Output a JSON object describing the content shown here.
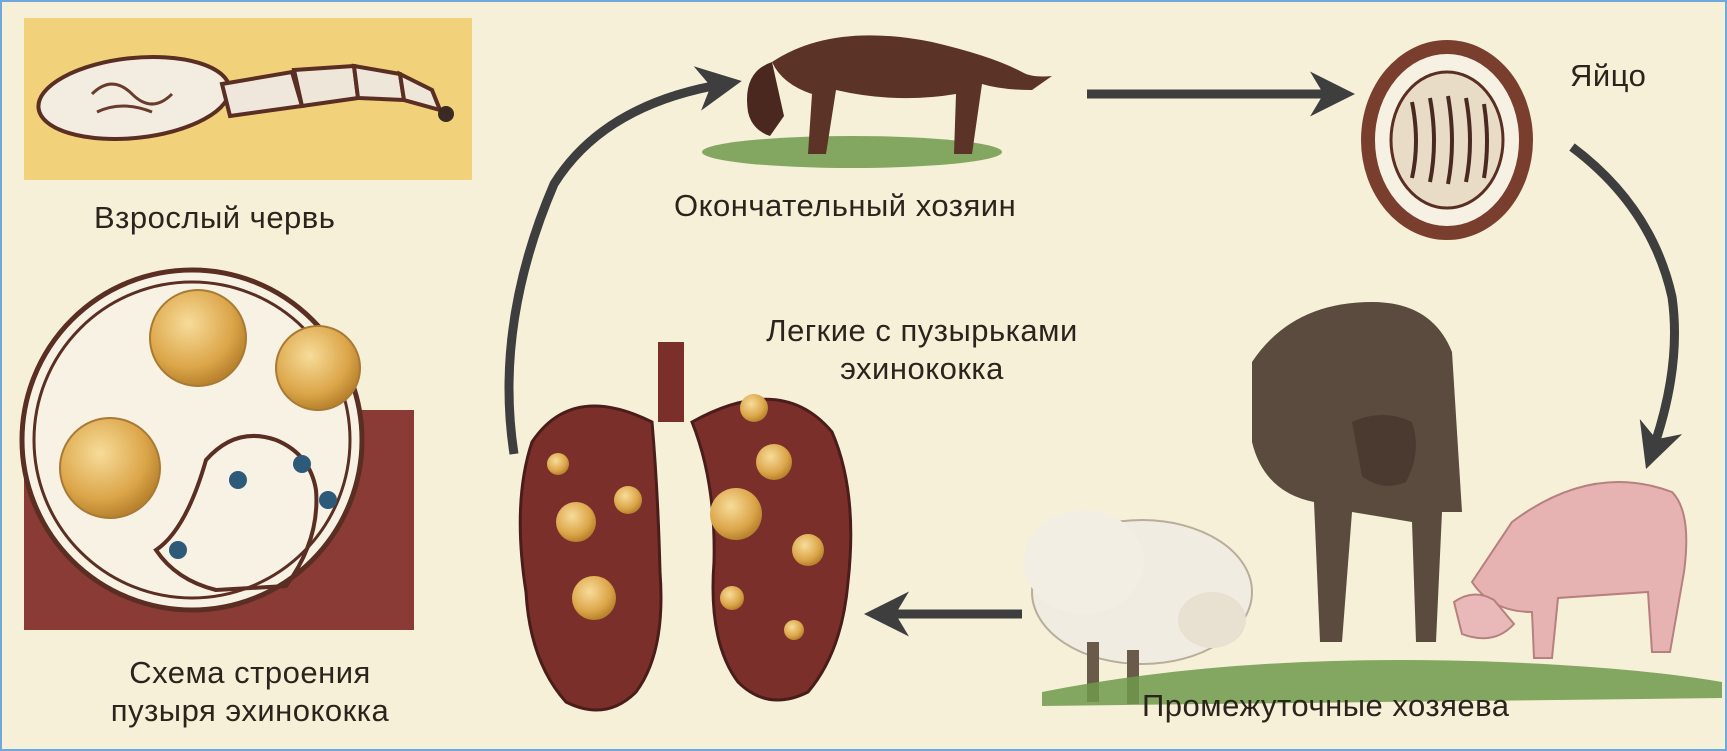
{
  "labels": {
    "adult_worm": "Взрослый червь",
    "definitive_host": "Окончательный хозяин",
    "egg": "Яйцо",
    "lungs_line1": "Легкие с пузырьками",
    "lungs_line2": "эхинококка",
    "bladder_line1": "Схема строения",
    "bladder_line2": "пузыря эхинококка",
    "intermediate_hosts": "Промежуточные хозяева"
  },
  "icons": [
    "adult-worm-icon",
    "dog-icon",
    "egg-icon",
    "cow-icon",
    "sheep-icon",
    "pig-icon",
    "lungs-icon",
    "hydatid-cyst-icon",
    "arrow-icon"
  ],
  "colors": {
    "background": "#f6f0d9",
    "frame": "#6fa8dc",
    "text": "#2b241c",
    "arrow": "#3e3e3e",
    "cyst": "#d9a44a",
    "tissue": "#7a2f2a",
    "grass": "#6f9a4a"
  }
}
